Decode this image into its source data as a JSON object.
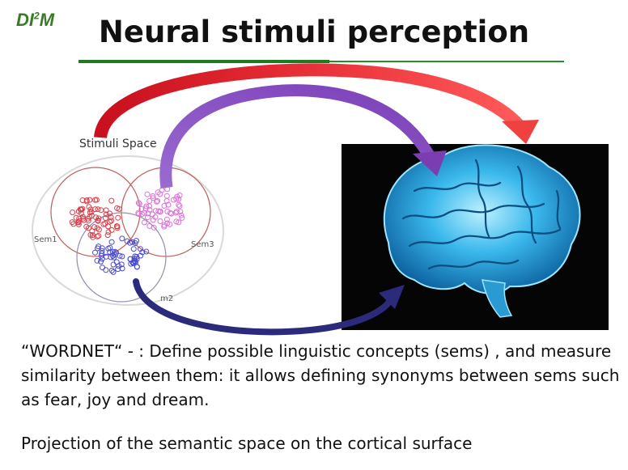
{
  "logo": {
    "text": "DI",
    "sup": "2",
    "suffix": "M"
  },
  "title": "Neural stimuli perception",
  "diagram": {
    "stimuli_label": "Stimuli Space",
    "sems": [
      "Sem1",
      "m2",
      "Sem3"
    ]
  },
  "body": {
    "paragraph1": "“WORDNET“ -  : Define possible linguistic concepts (sems) , and measure similarity between them: it allows defining synonyms between sems such as fear, joy and dream.",
    "paragraph2": "Projection of the semantic space on the cortical surface"
  },
  "colors": {
    "accent_green": "#1f7a1f",
    "arrow_red": "#d8202a",
    "arrow_purple": "#8a4fc0",
    "arrow_navy": "#2c2a7a",
    "brain_blue": "#3ab8ec"
  }
}
